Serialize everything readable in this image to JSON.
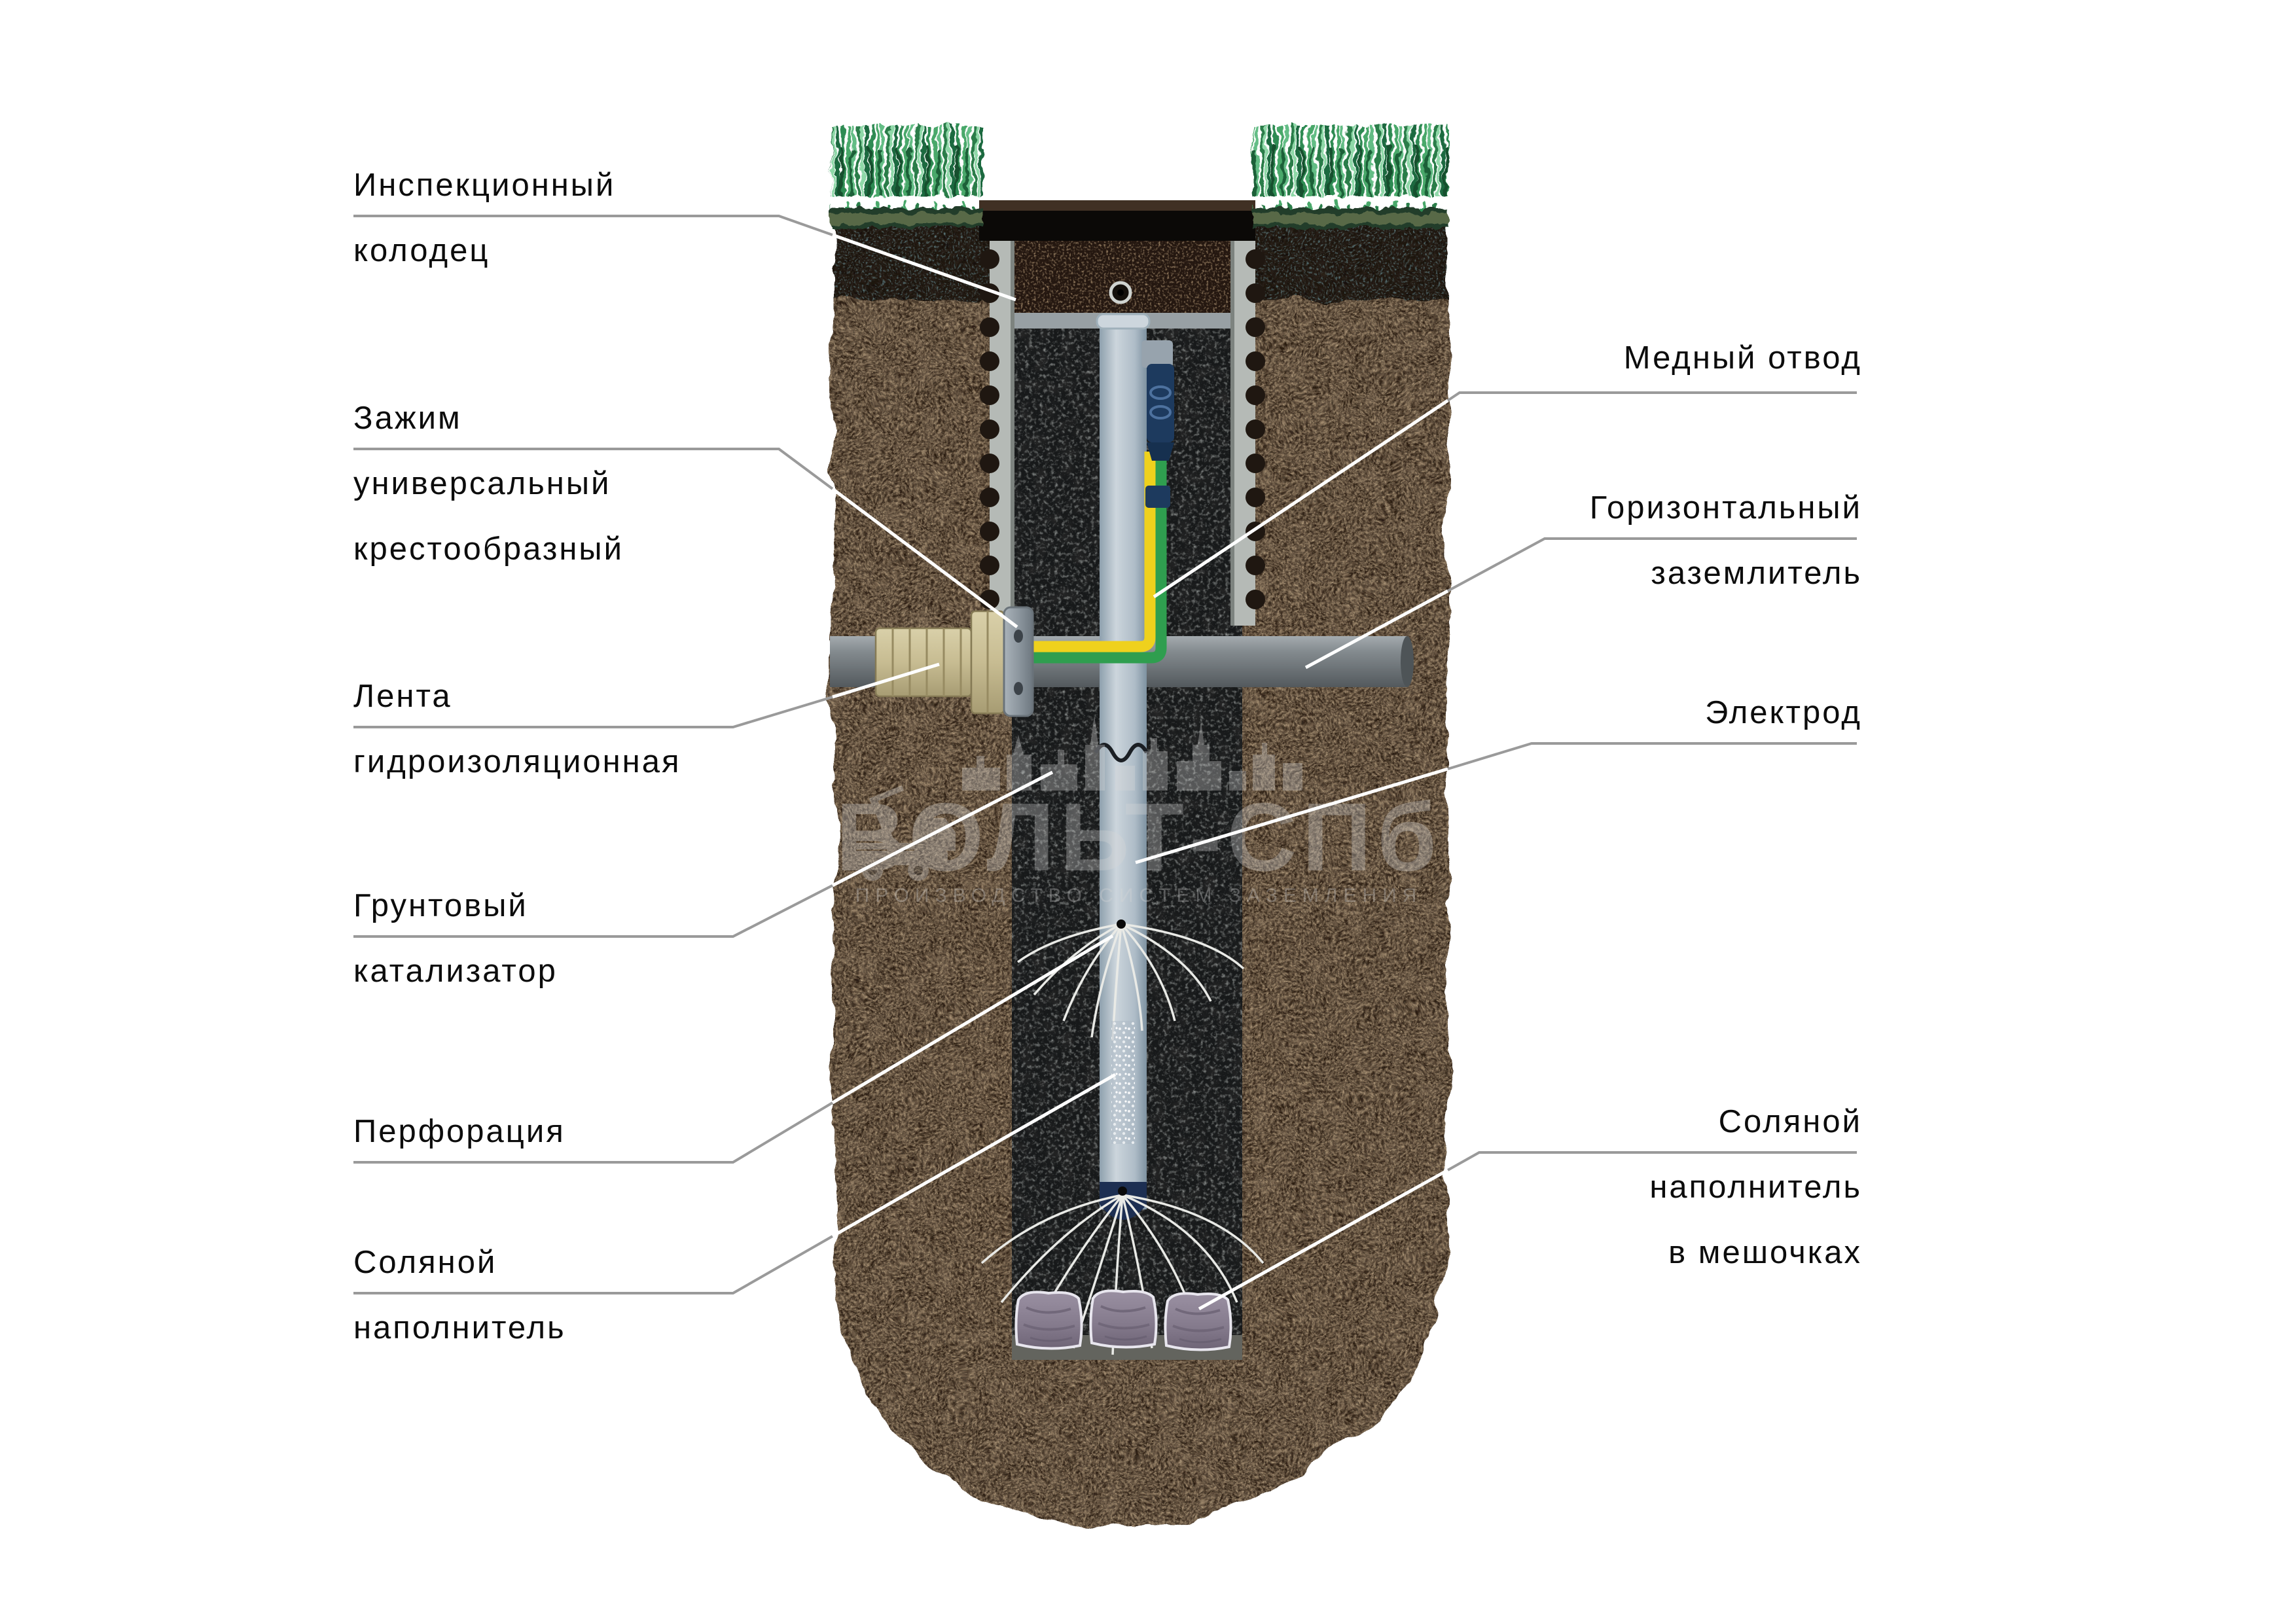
{
  "watermark": {
    "brand": "ВОЛЬТ-СПб",
    "tagline": "ПРОИЗВОДСТВО СИСТЕМ ЗАЗЕМЛЕНИЯ"
  },
  "labels": {
    "left": [
      {
        "id": "inspection-well",
        "text": "Инспекционный\nколодец"
      },
      {
        "id": "universal-cross-clamp",
        "text": "Зажим\nуниверсальный\nкрестообразный"
      },
      {
        "id": "waterproofing-tape",
        "text": "Лента\nгидроизоляционная"
      },
      {
        "id": "soil-catalyst",
        "text": "Грунтовый\nкатализатор"
      },
      {
        "id": "perforation",
        "text": "Перфорация"
      },
      {
        "id": "salt-filler",
        "text": "Соляной\nнаполнитель"
      }
    ],
    "right": [
      {
        "id": "copper-lead",
        "text": "Медный отвод"
      },
      {
        "id": "horizontal-grounding",
        "text": "Горизонтальный\nзаземлитель"
      },
      {
        "id": "electrode",
        "text": "Электрод"
      },
      {
        "id": "salt-filler-bags",
        "text": "Соляной\nнаполнитель\nв мешочках"
      }
    ]
  },
  "colors": {
    "leader_gray": "#9a9a9a",
    "leader_white": "#ffffff",
    "soil": "#2a1c11",
    "backfill": "#17191a",
    "electrode_pipe": "#b9c4cd",
    "grounding_pipe": "#7d8387",
    "wire_yellow": "#efd11d",
    "wire_green": "#2f9e4f",
    "tape": "#cfc49c",
    "bag": "#8d8394",
    "grass": "#2f8b52",
    "sleeve": "#1d3a5e"
  }
}
